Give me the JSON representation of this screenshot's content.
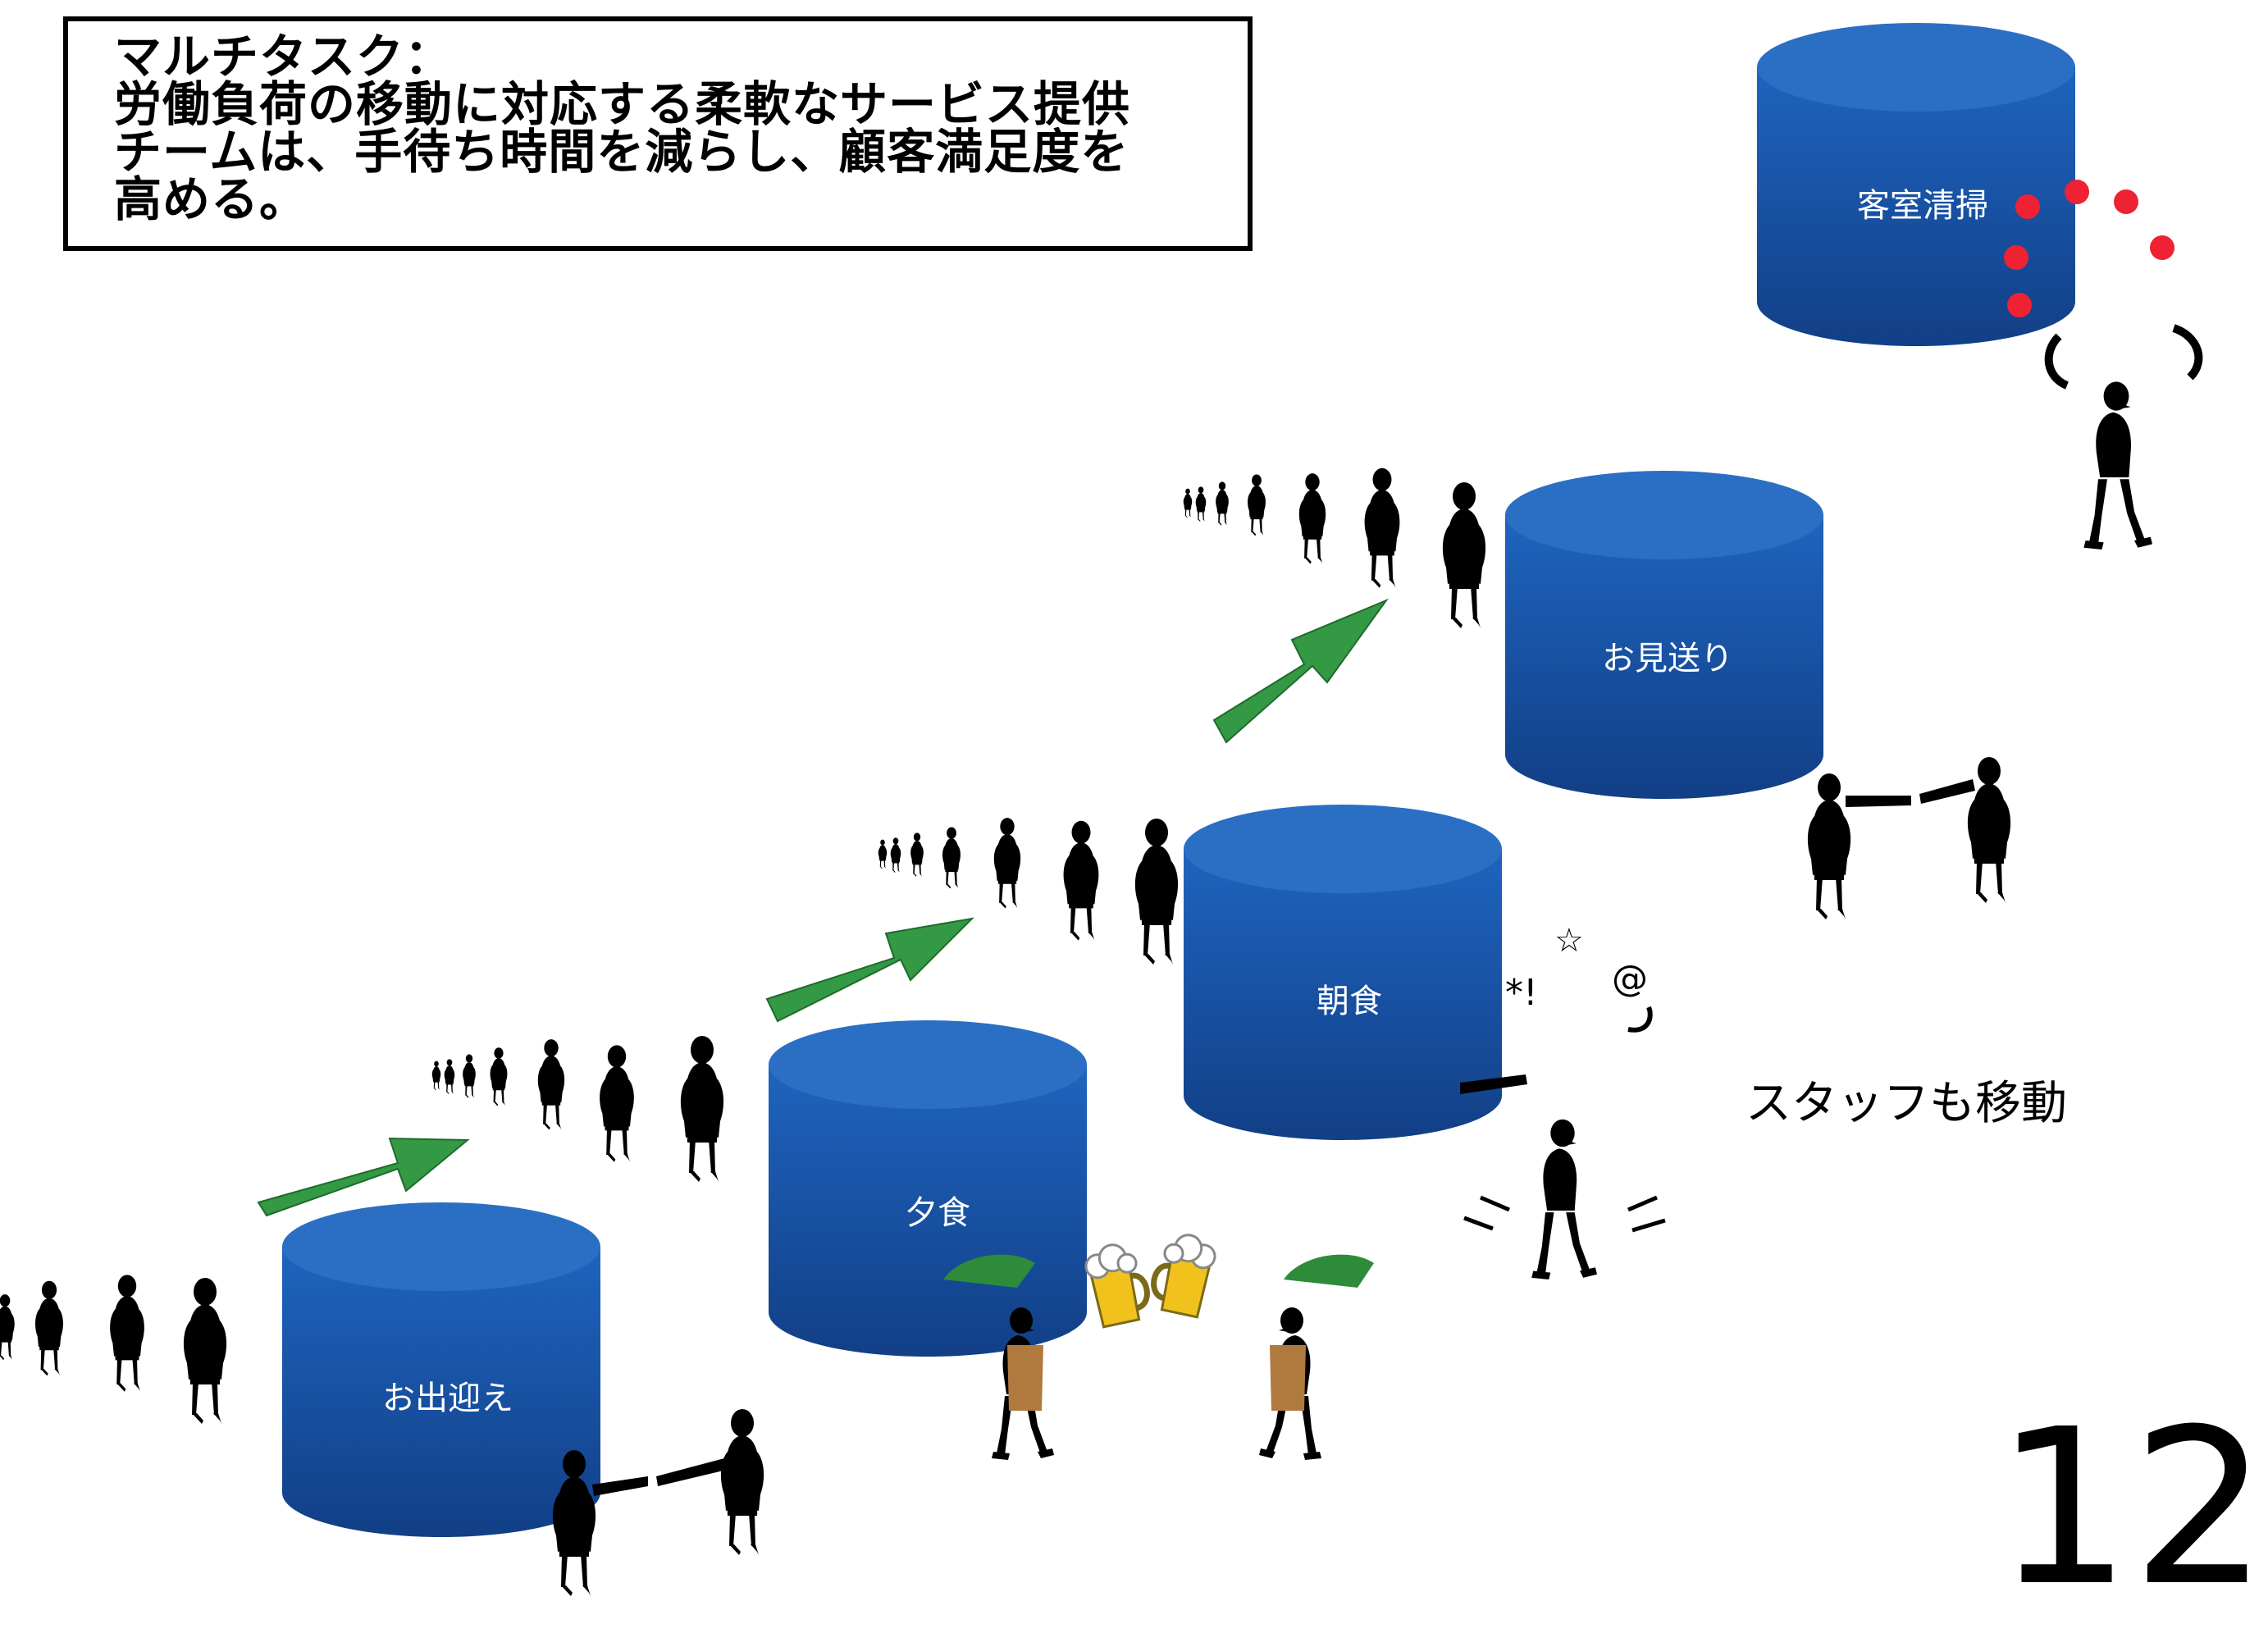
{
  "title": {
    "lines": [
      "マルチタスク：",
      "労働負荷の移動に対応する柔軟なサービス提供",
      "チームは、手待ち時間を減らし、顧客満足度を",
      "高める。"
    ]
  },
  "stages": [
    "お出迎え",
    "夕食",
    "朝食",
    "お見送り",
    "客室清掃"
  ],
  "staff_note": "スタッフも移動",
  "page_number": "12",
  "colors": {
    "cylinder_top": "#2a6fc4",
    "cylinder_body": "#1a5db4",
    "arrow": "#339944",
    "figure": "#000000",
    "juggling_balls": "#ee2233",
    "beer": "#f0c020"
  }
}
